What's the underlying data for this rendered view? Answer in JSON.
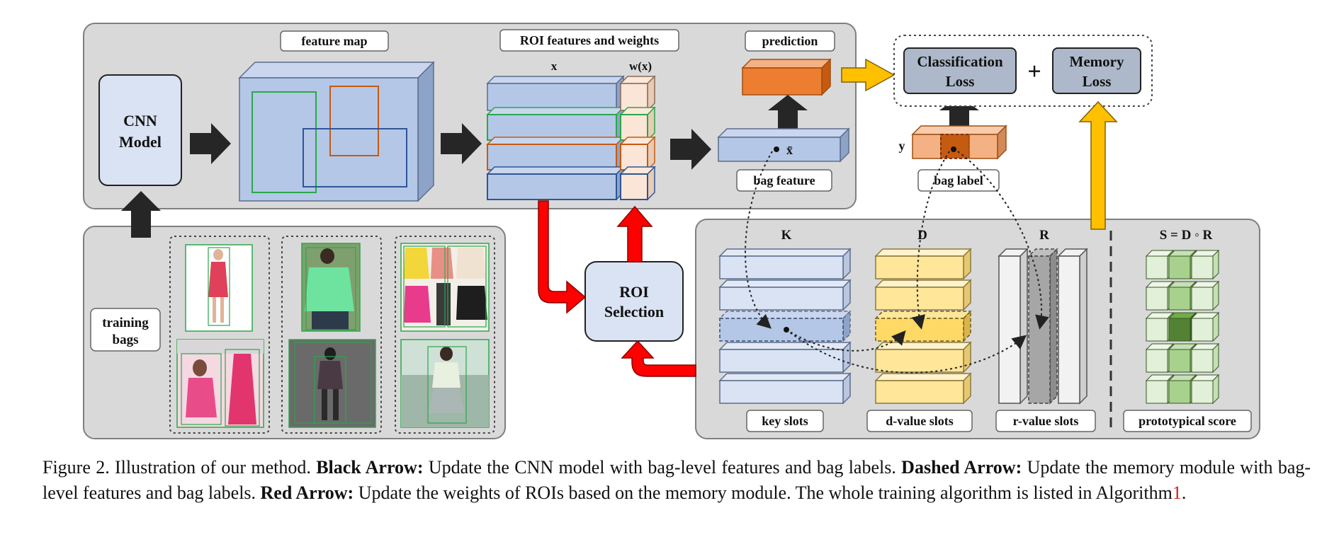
{
  "diagram": {
    "cnn_model": [
      "CNN",
      "Model"
    ],
    "feature_map": "feature map",
    "roi_features_weights": "ROI features and weights",
    "x": "x",
    "wx": "w(x)",
    "prediction": "prediction",
    "bag_feature": "bag feature",
    "x_bar": "x̄",
    "classification_loss": [
      "Classification",
      "Loss"
    ],
    "plus": "+",
    "memory_loss": [
      "Memory",
      "Loss"
    ],
    "y": "y",
    "bag_label": "bag label",
    "training_bags": [
      "training",
      "bags"
    ],
    "roi_selection": [
      "ROI",
      "Selection"
    ],
    "K": "K",
    "D": "D",
    "R": "R",
    "S": "S = D ◦ R",
    "key_slots": "key slots",
    "d_value_slots": "d-value slots",
    "r_value_slots": "r-value slots",
    "prototypical_score": "prototypical score",
    "colors": {
      "panel": "#d9d9d9",
      "feature_blue": "#b4c7e7",
      "orange": "#ed7d31",
      "red_arrow": "#ff0000",
      "gold_arrow": "#ffc000",
      "d_value": "#ffe699",
      "r_value": "#bfbfbf",
      "proto_green": "#c5e0b4",
      "proto_dark": "#548235"
    }
  },
  "caption": {
    "prefix": "Figure 2. Illustration of our method.",
    "black_label": "Black Arrow:",
    "black_text": "Update the CNN model with bag-level features and bag labels.",
    "dashed_label": "Dashed Arrow:",
    "dashed_text": "Update the memory module with bag-level features and bag labels.",
    "red_label": "Red Arrow:",
    "red_text": "Update the weights of ROIs based on the memory module. The whole training algorithm is listed in Algorithm",
    "ref": "1",
    "end": "."
  }
}
